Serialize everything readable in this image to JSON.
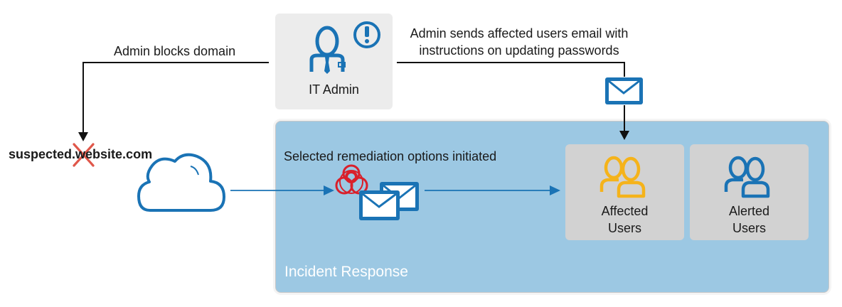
{
  "it_admin": {
    "label": "IT Admin",
    "icon": "it-admin-person-icon",
    "alert_icon": "exclamation-circle-icon"
  },
  "admin_blocks": {
    "label": "Admin blocks domain"
  },
  "admin_sends": {
    "line1": "Admin sends affected users email with",
    "line2": "instructions on updating passwords",
    "icon": "envelope-icon"
  },
  "domain": {
    "text": "suspected.website.com",
    "blocked_icon": "red-x-icon"
  },
  "cloud": {
    "icon": "cloud-icon"
  },
  "remediation": {
    "label": "Selected remediation options initiated",
    "icons": [
      "biohazard-icon",
      "envelope-stack-icon"
    ]
  },
  "affected_users": {
    "line1": "Affected",
    "line2": "Users",
    "icon": "users-group-icon"
  },
  "alerted_users": {
    "line1": "Alerted",
    "line2": "Users",
    "icon": "users-group-icon"
  },
  "panel": {
    "title": "Incident Response"
  },
  "colors": {
    "blue": "#1a73b5",
    "panel": "#9cc8e3",
    "gray_box": "#ececec",
    "user_box": "#d2d2d2",
    "affected_yellow": "#f5b31a",
    "biohazard_red": "#d9202b",
    "x_red": "#e0574a"
  }
}
